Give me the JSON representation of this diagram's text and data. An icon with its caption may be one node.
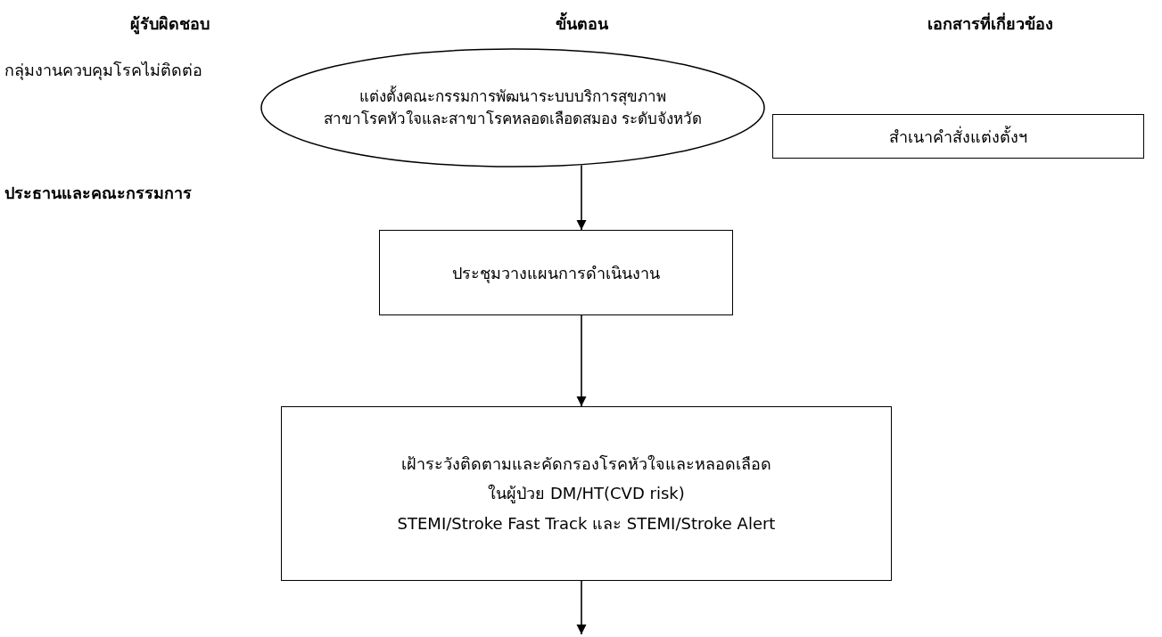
{
  "diagram": {
    "nodes": [
      {
        "text": [
          "แต่งตั้งคณะกรรมการพัฒนาระบบบริการสุขภาพ สาขาโรคหัวใจและสาขาโรคหลอดเลือดสมอง ระดับจังหวัด"
        ]
      },
      {
        "text": [
          "สำเนาคำสั่งแต่งตั้งฯ"
        ]
      },
      {
        "text": [
          "ประชุมวางแผนการดำเนินงาน"
        ]
      },
      {
        "text": [
          "เฝ้าระวังติดตามและคัดกรองโรคหัวใจและหลอดเลือด ในผู้ป่วย DM/HT(CVD risk) STEMI/Stroke Fast Track และ STEMI/Stroke Alert"
        ]
      }
    ],
    "edges": [
      {
        "from": 0,
        "to": 2,
        "arrow": "to"
      },
      {
        "from": 2,
        "to": 3,
        "arrow": "to"
      },
      {
        "from": 3,
        "to": null,
        "arrow": "to"
      }
    ],
    "labels": [
      "ผู้รับผิดชอบ",
      "ขั้นตอน",
      "เอกสารที่เกี่ยวข้อง",
      "กลุ่มงานควบคุมโรคไม่ติดต่อ",
      "ประธานและคณะกรรมการ"
    ]
  }
}
